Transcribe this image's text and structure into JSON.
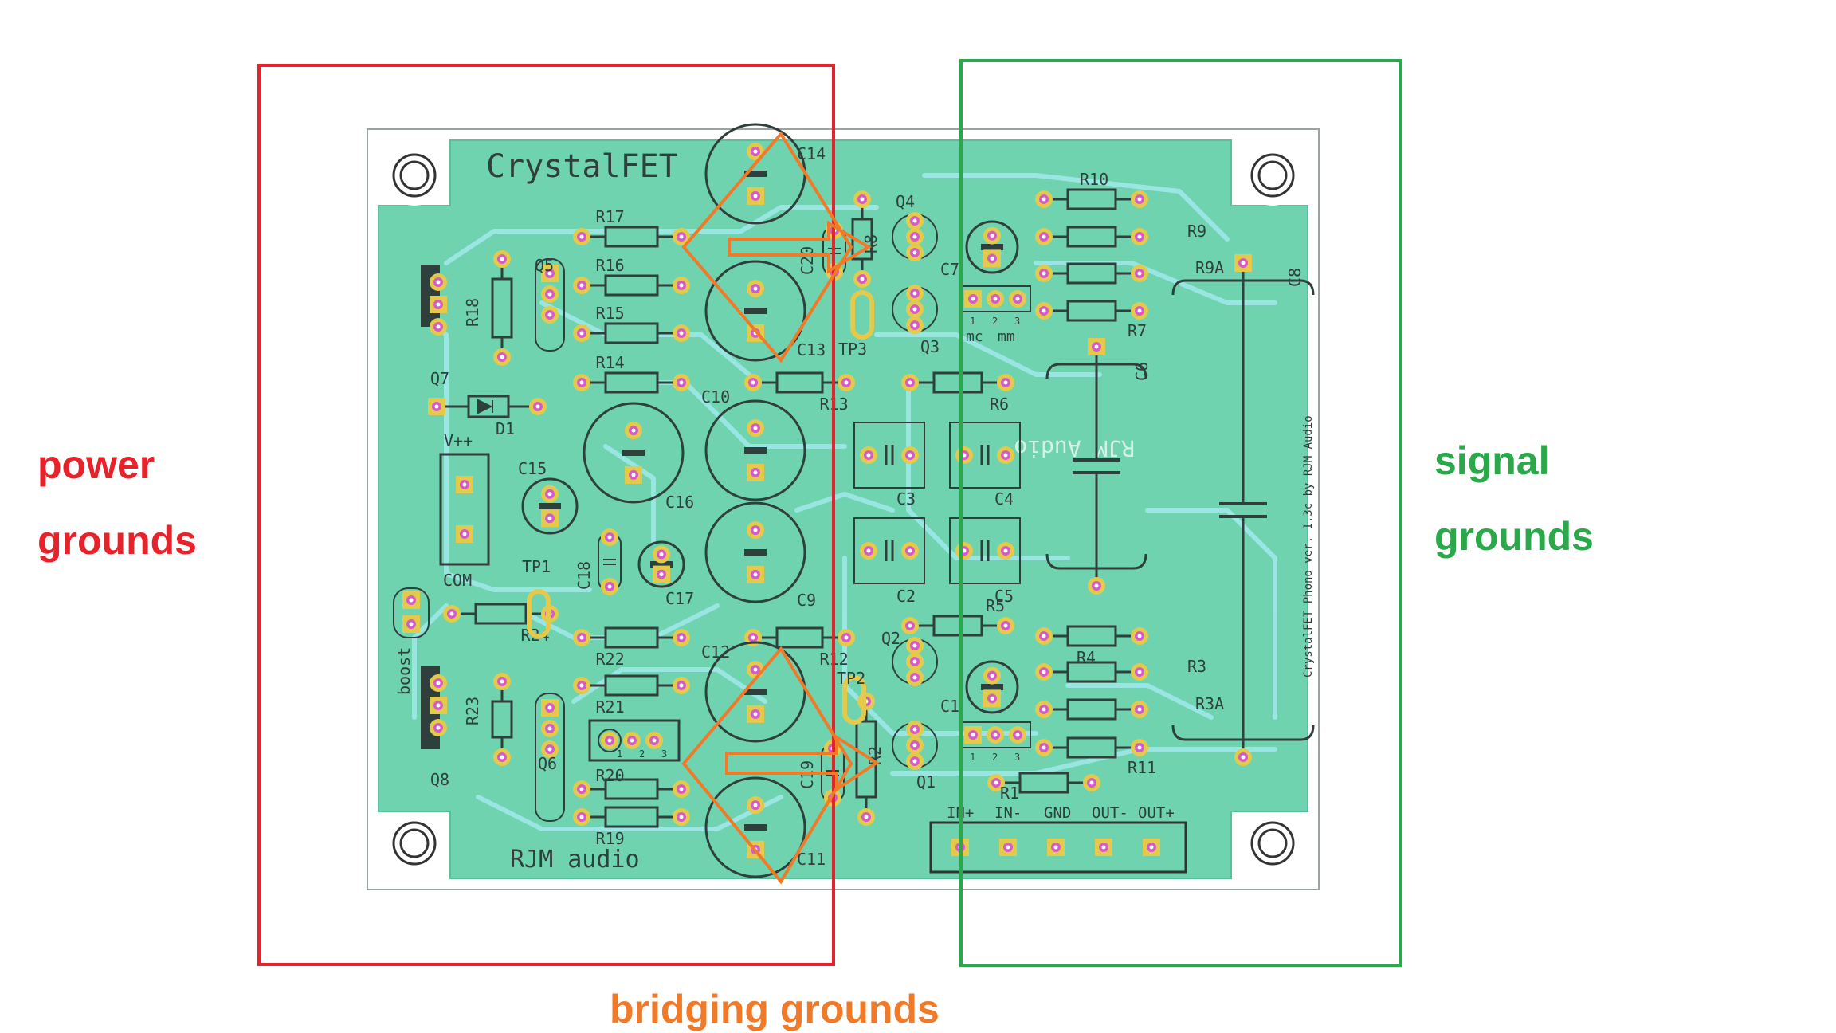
{
  "annotations": {
    "power_line1": "power",
    "power_line2": "grounds",
    "signal_line1": "signal",
    "signal_line2": "grounds",
    "bridging": "bridging grounds"
  },
  "colors": {
    "power": "#e8222b",
    "signal": "#2aa84a",
    "bridging": "#f07a28",
    "board": "#6fd3b0",
    "trace": "#9ee8e8",
    "silk": "#2f3f3c",
    "pad": "#e5c94a",
    "via": "#d45cc8"
  },
  "board": {
    "title": "CrystalFET",
    "maker": "RJM audio",
    "mirror_text": "RJM Audio",
    "version_text": "CrystalFET Phono ver. 1.3c by RJM Audio",
    "connector_labels": [
      "IN+",
      "IN-",
      "GND",
      "OUT-",
      "OUT+"
    ],
    "jumper_labels": [
      "mc",
      "mm"
    ],
    "pin_numbers": [
      "1",
      "2",
      "3"
    ],
    "header_labels": {
      "vpp": "V++",
      "com": "COM",
      "boost": "boost"
    },
    "resistors": [
      "R1",
      "R2",
      "R3",
      "R3A",
      "R4",
      "R5",
      "R6",
      "R7",
      "R8",
      "R9",
      "R9A",
      "R10",
      "R11",
      "R12",
      "R13",
      "R14",
      "R15",
      "R16",
      "R17",
      "R18",
      "R19",
      "R20",
      "R21",
      "R22",
      "R23",
      "R24"
    ],
    "capacitors": [
      "C1",
      "C2",
      "C3",
      "C4",
      "C5",
      "C6",
      "C7",
      "C8",
      "C9",
      "C10",
      "C11",
      "C12",
      "C13",
      "C14",
      "C15",
      "C16",
      "C17",
      "C18",
      "C19",
      "C20"
    ],
    "transistors": [
      "Q1",
      "Q2",
      "Q3",
      "Q4",
      "Q5",
      "Q6",
      "Q7",
      "Q8"
    ],
    "diodes": [
      "D1"
    ],
    "test_points": [
      "TP1",
      "TP2",
      "TP3"
    ]
  }
}
